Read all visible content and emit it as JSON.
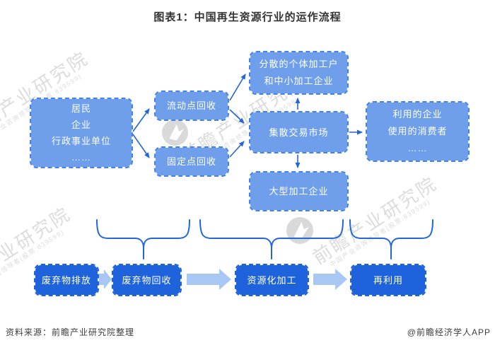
{
  "title": "图表1：中国再生资源行业的运作流程",
  "colors": {
    "box_light": "#6f9fea",
    "box_light_border": "#4283e8",
    "box_dark": "#1e63dc",
    "connector_blue": "#2465d8",
    "block_arrow": "#a8c7f4",
    "watermark_gray": "#dcdcdc",
    "title_text": "#333333"
  },
  "flow": {
    "source_box": {
      "lines": [
        "居民",
        "企业",
        "行政事业单位",
        "……"
      ]
    },
    "mobile_box": {
      "label": "流动点回收"
    },
    "fixed_box": {
      "label": "固定点回收"
    },
    "scattered_box": {
      "lines": [
        "分散的个体加工户",
        "和中小加工企业"
      ]
    },
    "market_box": {
      "label": "集散交易市场"
    },
    "large_box": {
      "label": "大型加工企业"
    },
    "user_box": {
      "lines": [
        "利用的企业",
        "使用的消费者",
        "……"
      ]
    }
  },
  "stages": [
    {
      "label": "废弃物排放"
    },
    {
      "label": "废弃物回收"
    },
    {
      "label": "资源化加工"
    },
    {
      "label": "再利用"
    }
  ],
  "watermark": {
    "brand": "前瞻产业研究院",
    "tagline": "中国产业咨询领导者(股票:839599)"
  },
  "footer": {
    "source": "资料来源：前瞻产业研究院整理",
    "credit": "@前瞻经济学人APP"
  }
}
